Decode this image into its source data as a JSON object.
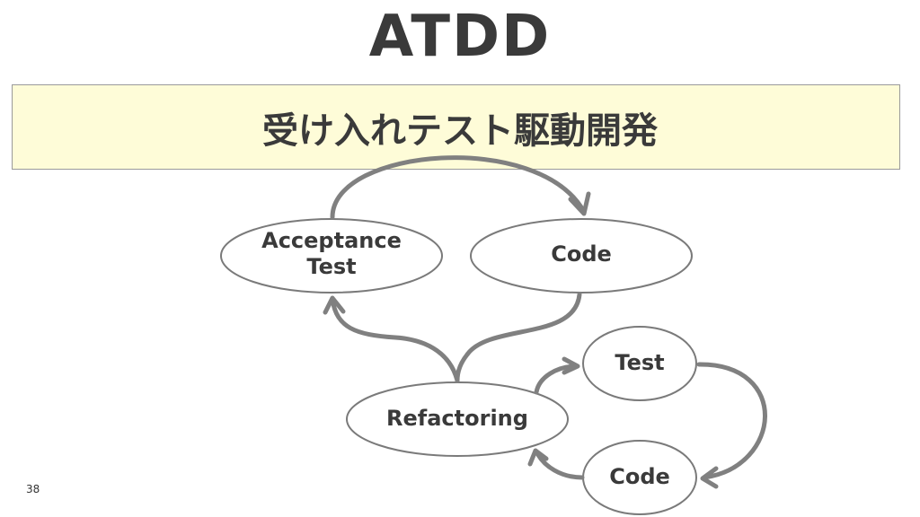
{
  "title": "ATDD",
  "banner": "受け入れテスト駆動開発",
  "nodes": {
    "acceptance_test": "Acceptance\nTest",
    "code_top": "Code",
    "refactoring": "Refactoring",
    "test": "Test",
    "code_bottom": "Code"
  },
  "page_number": "38",
  "colors": {
    "banner_bg": "#fefcd8",
    "arrow": "#808080",
    "text": "#3a3a3a"
  }
}
